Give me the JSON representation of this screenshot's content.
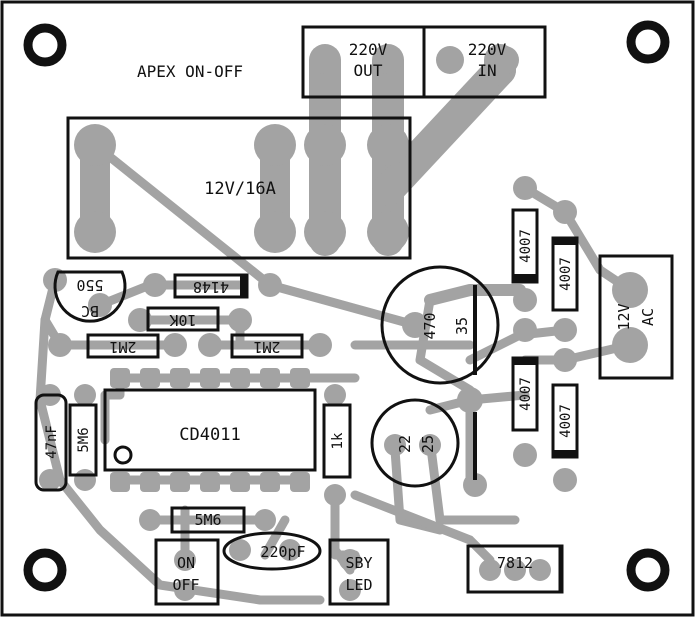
{
  "board": {
    "title": "APEX ON-OFF",
    "colors": {
      "background": "#ffffff",
      "copper": "#a3a3a3",
      "silk": "#111111"
    }
  },
  "terminals": {
    "out": {
      "line1": "220V",
      "line2": "OUT"
    },
    "in": {
      "line1": "220V",
      "line2": "IN"
    },
    "ac": {
      "line1": "12V",
      "line2": "AC"
    }
  },
  "components": {
    "relay": "12V/16A",
    "ic": "CD4011",
    "diode_small": "4148",
    "transistor_line1": "BC",
    "transistor_line2": "550",
    "r_10k": "10K",
    "r_2m1_a": "2M1",
    "r_2m1_b": "2M1",
    "r_5m6_left": "5M6",
    "r_5m6_bottom": "5M6",
    "r_1k": "1k",
    "cap_47nf": "47nF",
    "cap_220pf": "220pF",
    "elcap_big_line1": "470",
    "elcap_big_line2": "35",
    "elcap_small_line1": "22",
    "elcap_small_line2": "25",
    "diode_1": "4007",
    "diode_2": "4007",
    "diode_3": "4007",
    "diode_4": "4007",
    "regulator": "7812"
  },
  "switch": {
    "line1": "ON",
    "line2": "OFF"
  },
  "led": {
    "line1": "SBY",
    "line2": "LED"
  }
}
